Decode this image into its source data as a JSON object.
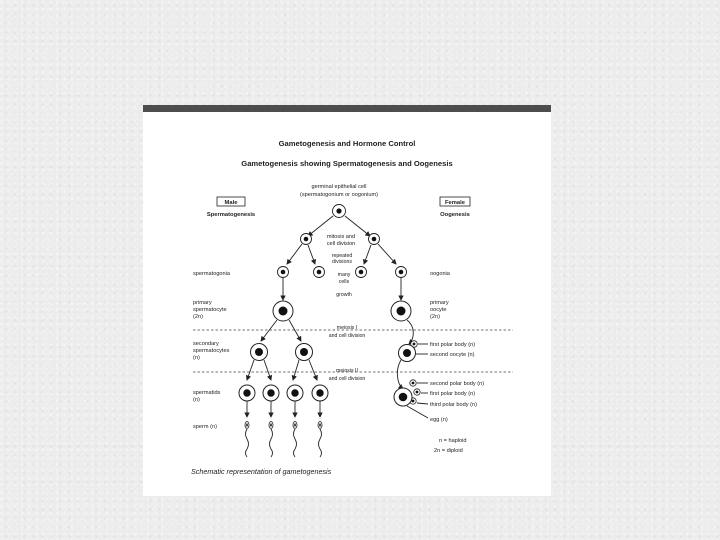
{
  "title": "Gametogenesis and Hormone Control",
  "subtitle": "Gametogenesis showing Spermatogenesis and Oogenesis",
  "top_cell": {
    "line1": "germinal epithelial cell",
    "line2": "(spermatogonium or oogonium)"
  },
  "male": {
    "box_label": "Male",
    "process": "Spermatogenesis"
  },
  "female": {
    "box_label": "Female",
    "process": "Oogenesis"
  },
  "center_labels": {
    "mitosis_line1": "mitosis and",
    "mitosis_line2": "cell division",
    "repeated_line1": "repeated",
    "repeated_line2": "divisions",
    "many_line1": "many",
    "many_line2": "cells",
    "growth": "growth",
    "meiosis1_line1": "meiosis I",
    "meiosis1_line2": "and cell division",
    "meiosis2_line1": "meiosis II",
    "meiosis2_line2": "and cell division"
  },
  "left_stages": {
    "spermatogonia": "spermatogonia",
    "primary_line1": "primary",
    "primary_line2": "spermatocyte",
    "primary_line3": "(2n)",
    "secondary_line1": "secondary",
    "secondary_line2": "spermatocytes",
    "secondary_line3": "(n)",
    "spermatids_line1": "spermatids",
    "spermatids_line2": "(n)",
    "sperm": "sperm (n)"
  },
  "right_stages": {
    "oogonia": "oogonia",
    "primary_line1": "primary",
    "primary_line2": "oocyte",
    "primary_line3": "(2n)",
    "first_polar": "first polar body (n)",
    "second_oocyte": "second oocyte (n)",
    "second_polar": "second polar body (n)",
    "first_polar2": "first polar body (n)",
    "third_polar": "third polar body (n)",
    "egg": "egg (n)"
  },
  "legend": {
    "haploid": "n = haploid",
    "diploid": "2n = diploid"
  },
  "caption": "Schematic representation of gametogenesis"
}
